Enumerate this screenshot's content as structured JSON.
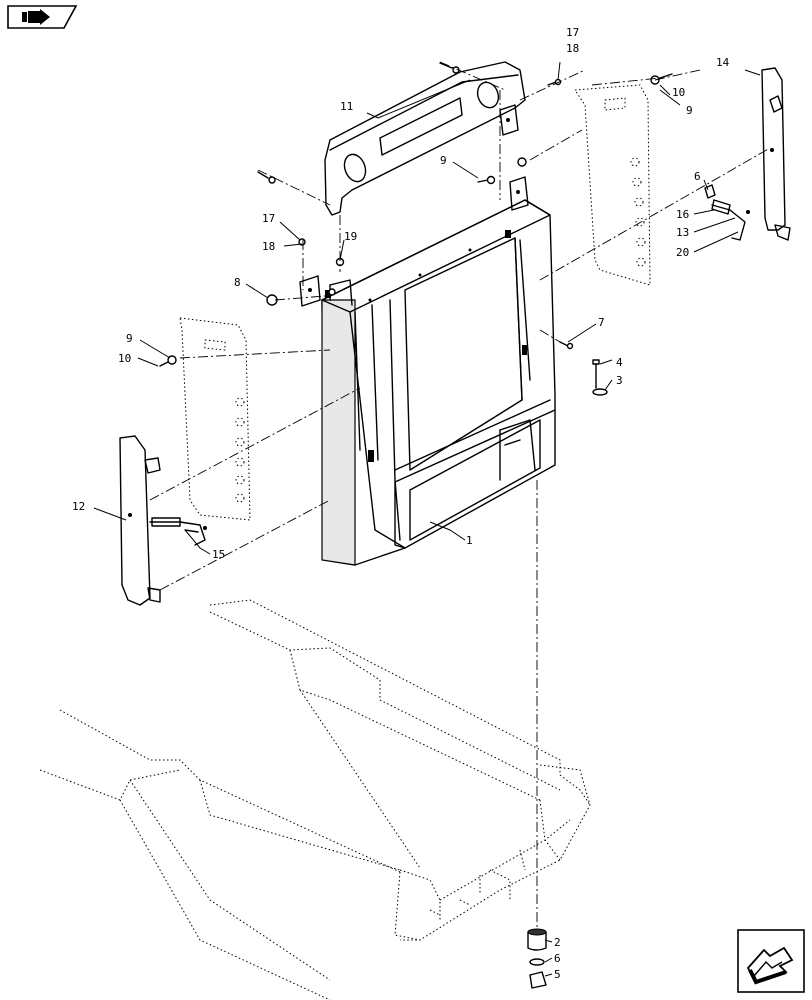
{
  "icons": {
    "top_left": "book-arrow-icon",
    "bottom_right": "next-page-arrow-icon"
  },
  "callouts": [
    {
      "id": "c1",
      "text": "1"
    },
    {
      "id": "c2",
      "text": "2"
    },
    {
      "id": "c3",
      "text": "3"
    },
    {
      "id": "c4",
      "text": "4"
    },
    {
      "id": "c5",
      "text": "5"
    },
    {
      "id": "c6a",
      "text": "6"
    },
    {
      "id": "c6b",
      "text": "6"
    },
    {
      "id": "c7",
      "text": "7"
    },
    {
      "id": "c8",
      "text": "8"
    },
    {
      "id": "c9a",
      "text": "9"
    },
    {
      "id": "c9b",
      "text": "9"
    },
    {
      "id": "c9c",
      "text": "9"
    },
    {
      "id": "c10a",
      "text": "10"
    },
    {
      "id": "c10b",
      "text": "10"
    },
    {
      "id": "c11",
      "text": "11"
    },
    {
      "id": "c12",
      "text": "12"
    },
    {
      "id": "c13",
      "text": "13"
    },
    {
      "id": "c14",
      "text": "14"
    },
    {
      "id": "c15",
      "text": "15"
    },
    {
      "id": "c16",
      "text": "16"
    },
    {
      "id": "c17a",
      "text": "17"
    },
    {
      "id": "c17b",
      "text": "17"
    },
    {
      "id": "c18a",
      "text": "18"
    },
    {
      "id": "c18b",
      "text": "18"
    },
    {
      "id": "c19",
      "text": "19"
    },
    {
      "id": "c20",
      "text": "20"
    }
  ]
}
